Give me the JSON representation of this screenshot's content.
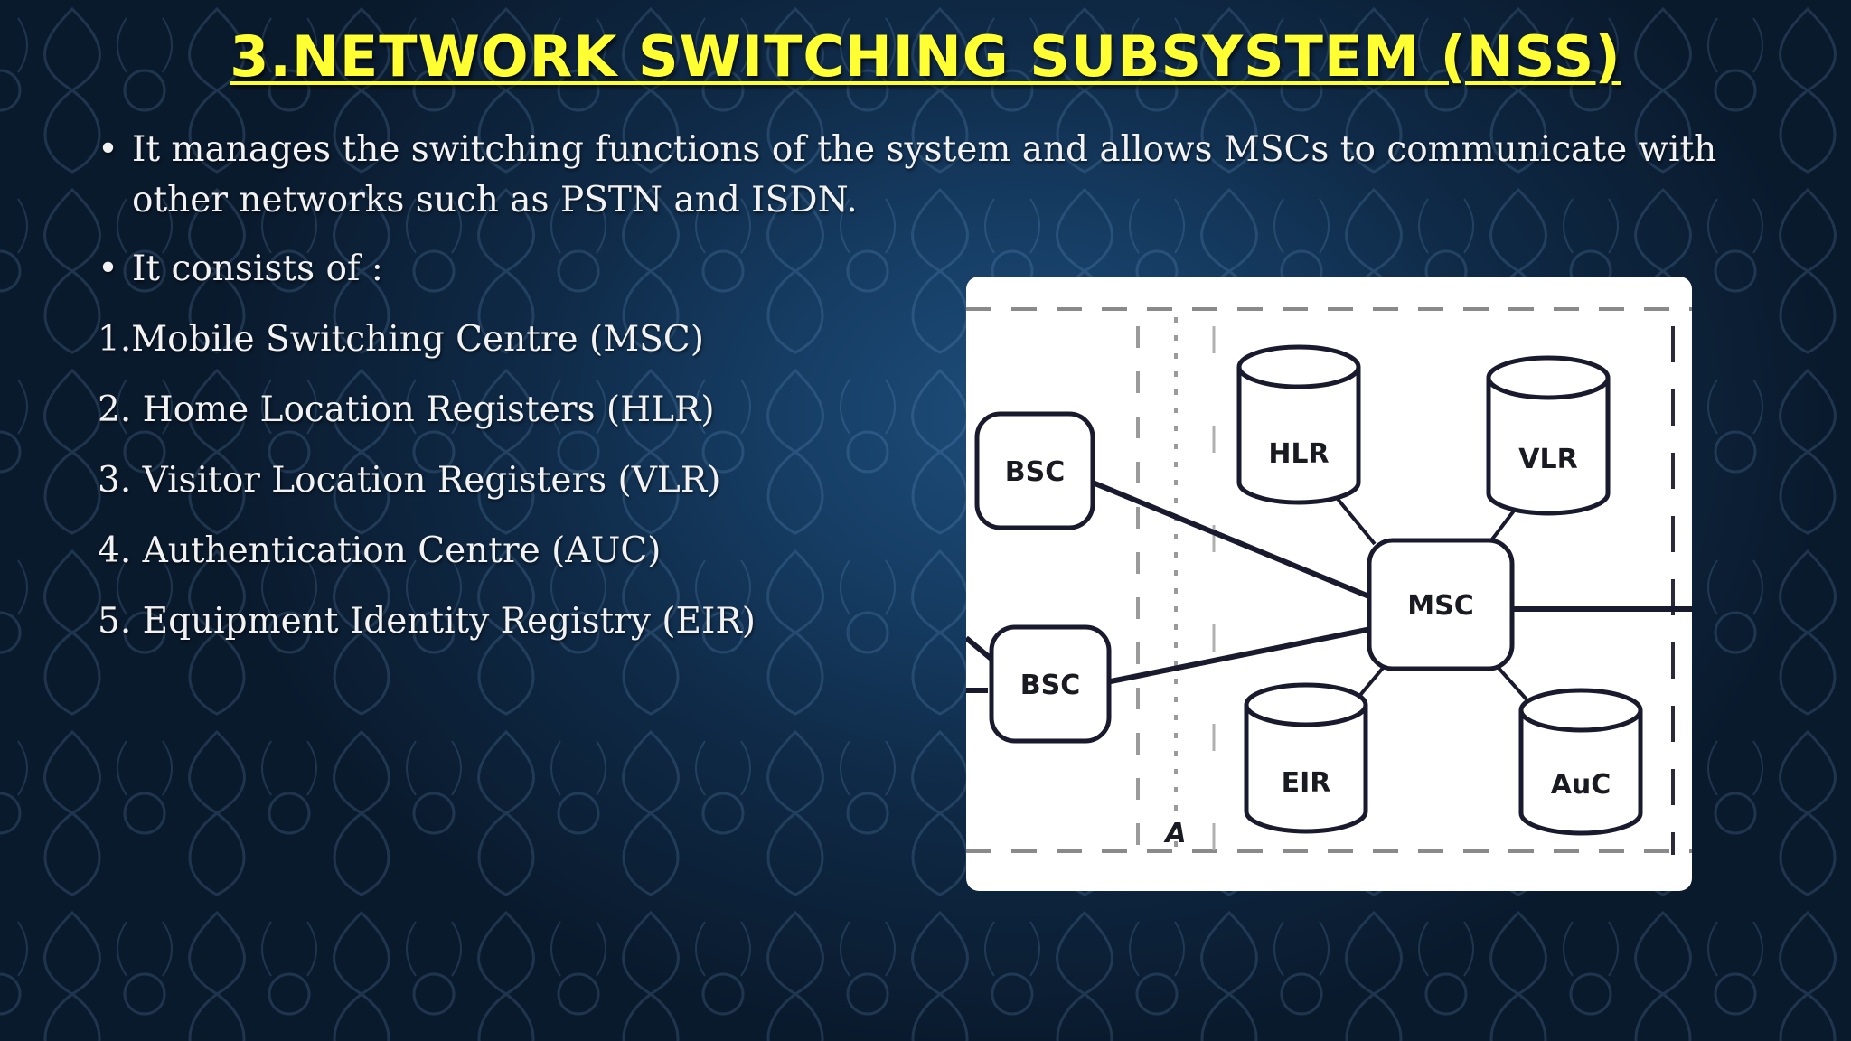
{
  "slide": {
    "title": "3.NETWORK SWITCHING SUBSYSTEM (NSS)",
    "bullets": [
      "It manages the switching functions of the system and allows MSCs to communicate with other networks such as PSTN and ISDN.",
      "It consists of :"
    ],
    "components": [
      "1.Mobile Switching Centre (MSC)",
      "2. Home Location Registers (HLR)",
      "3. Visitor Location Registers (VLR)",
      "4. Authentication Centre (AUC)",
      "5.  Equipment Identity Registry (EIR)"
    ]
  },
  "diagram": {
    "labels": {
      "bsc_top": "BSC",
      "bsc_bottom": "BSC",
      "msc": "MSC",
      "hlr": "HLR",
      "vlr": "VLR",
      "eir": "EIR",
      "auc": "AuC",
      "interface": "A"
    },
    "colors": {
      "line": "#1a1a2e",
      "background": "#ffffff"
    }
  },
  "theme": {
    "title_color": "#ffff33",
    "text_color": "#f2f2f2",
    "background": "#163d64"
  }
}
